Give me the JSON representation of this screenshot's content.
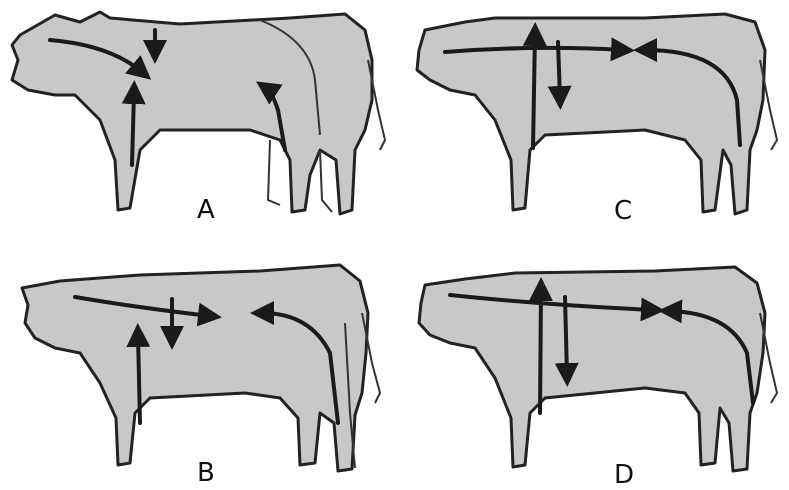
{
  "panels": [
    {
      "id": "A",
      "label": "A"
    },
    {
      "id": "C",
      "label": "C"
    },
    {
      "id": "B",
      "label": "B"
    },
    {
      "id": "D",
      "label": "D"
    }
  ]
}
